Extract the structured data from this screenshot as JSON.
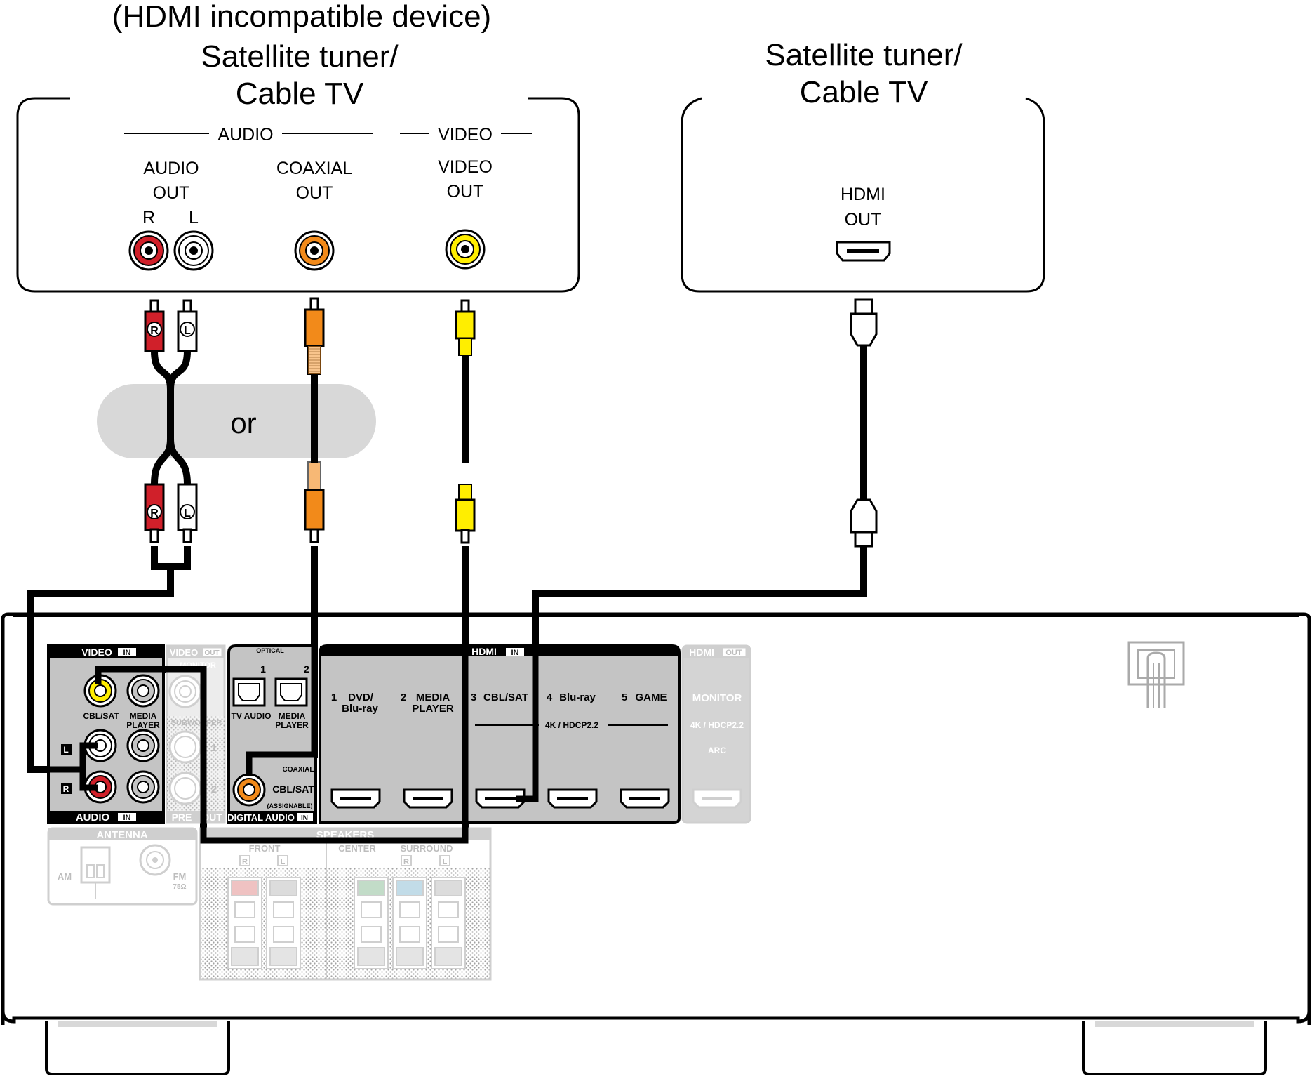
{
  "left_device": {
    "caption_line1": "(HDMI incompatible device)",
    "caption_line2": "Satellite tuner/",
    "caption_line3": "Cable TV",
    "group_audio": "AUDIO",
    "group_video": "VIDEO",
    "audio_out_line1": "AUDIO",
    "audio_out_line2": "OUT",
    "label_r": "R",
    "label_l": "L",
    "coaxial_out_line1": "COAXIAL",
    "coaxial_out_line2": "OUT",
    "video_out_line1": "VIDEO",
    "video_out_line2": "OUT"
  },
  "right_device": {
    "caption_line1": "Satellite tuner/",
    "caption_line2": "Cable TV",
    "hdmi_out_line1": "HDMI",
    "hdmi_out_line2": "OUT"
  },
  "or_label": "or",
  "plug_r": "R",
  "plug_l": "L",
  "receiver": {
    "video_in": {
      "title": "VIDEO",
      "tag": "IN",
      "jack1": "CBL/SAT",
      "jack2_line1": "MEDIA",
      "jack2_line2": "PLAYER"
    },
    "audio_in": {
      "title": "AUDIO",
      "tag": "IN",
      "label_l": "L",
      "label_r": "R"
    },
    "video_out": {
      "title": "VIDEO",
      "tag": "OUT",
      "sub": "MONITOR"
    },
    "preout": {
      "sub": "SUBWOOFER",
      "n1": "1",
      "n2": "2",
      "title": "PRE",
      "tag": "OUT"
    },
    "digital_audio": {
      "optical": "OPTICAL",
      "n1": "1",
      "n2": "2",
      "opt1": "TV AUDIO",
      "opt2_line1": "MEDIA",
      "opt2_line2": "PLAYER",
      "coaxial": "COAXIAL",
      "coax_input": "CBL/SAT",
      "assignable": "(ASSIGNABLE)",
      "title": "DIGITAL AUDIO",
      "tag": "IN"
    },
    "hdmi_in": {
      "title": "HDMI",
      "tag": "IN",
      "in1_num": "1",
      "in1_line1": "DVD/",
      "in1_line2": "Blu-ray",
      "in2_num": "2",
      "in2_line1": "MEDIA",
      "in2_line2": "PLAYER",
      "in3_num": "3",
      "in3_line1": "CBL/SAT",
      "in4_num": "4",
      "in4_line1": "Blu-ray",
      "in5_num": "5",
      "in5_line1": "GAME",
      "spec": "4K / HDCP2.2"
    },
    "hdmi_out": {
      "title": "HDMI",
      "tag": "OUT",
      "monitor": "MONITOR",
      "spec": "4K / HDCP2.2",
      "arc": "ARC"
    },
    "antenna": {
      "title": "ANTENNA",
      "am": "AM",
      "fm": "FM",
      "ohm": "75Ω"
    },
    "speakers": {
      "title": "SPEAKERS",
      "front": "FRONT",
      "center": "CENTER",
      "surround": "SURROUND",
      "r": "R",
      "l": "L"
    }
  },
  "colors": {
    "red": "#d0202a",
    "white": "#ffffff",
    "orange": "#f28a1a",
    "yellow": "#ffee00",
    "panel_gray": "#c4c4c4",
    "bubble_gray": "#d8d8d8",
    "black": "#000000"
  }
}
